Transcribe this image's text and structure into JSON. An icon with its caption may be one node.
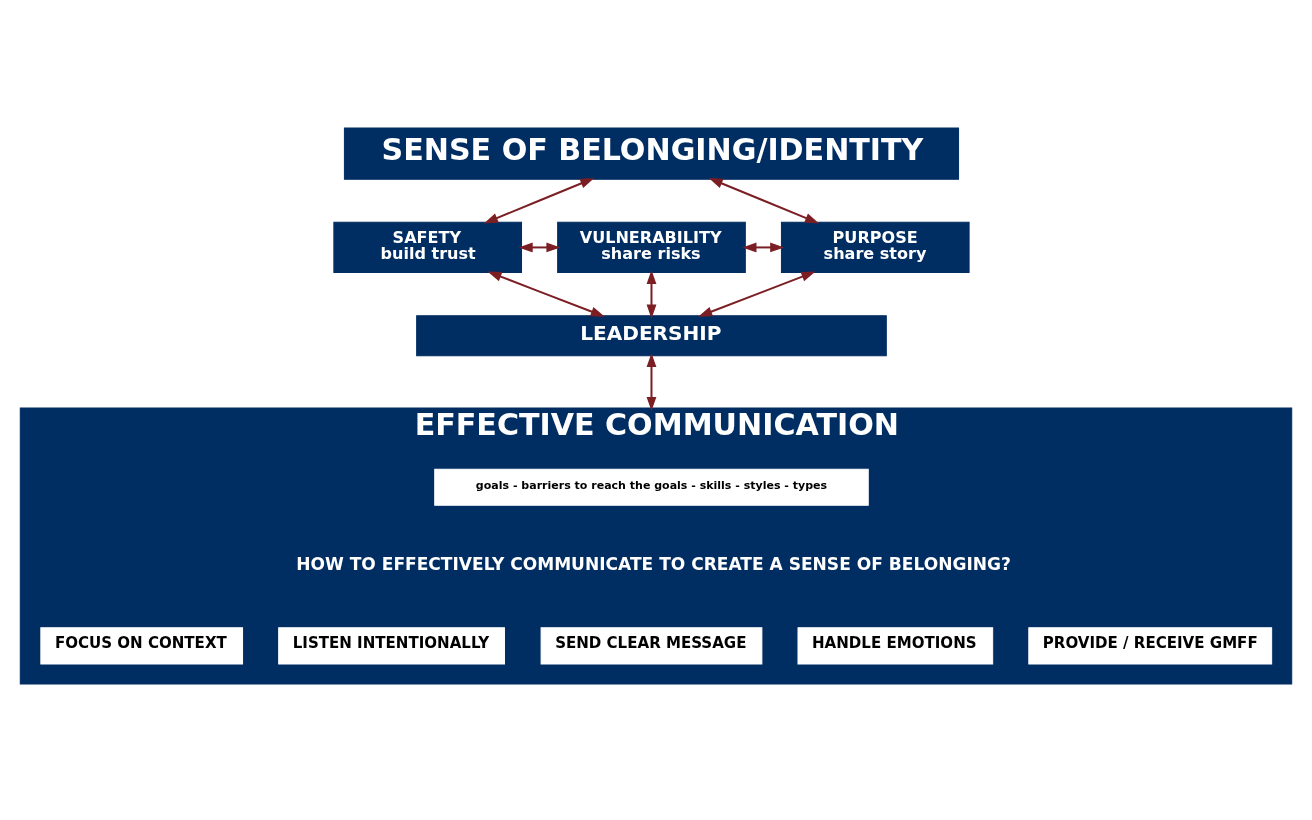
{
  "diagram": {
    "nodes": [
      {
        "text": [
          "SENSE OF BELONGING/IDENTITY"
        ]
      },
      {
        "text": [
          "SAFETY",
          "build trust"
        ]
      },
      {
        "text": [
          "VULNERABILITY",
          "share risks"
        ]
      },
      {
        "text": [
          "PURPOSE",
          "share story"
        ]
      },
      {
        "text": [
          "LEADERSHIP"
        ]
      },
      {
        "text": [
          "EFFECTIVE COMMUNICATION",
          "HOW TO EFFECTIVELY COMMUNICATE TO CREATE A SENSE OF BELONGING?"
        ]
      },
      {
        "text": [
          "goals - barriers to reach the goals - skills - styles - types"
        ],
        "in": 5
      },
      {
        "text": [
          "FOCUS ON CONTEXT"
        ],
        "in": 5
      },
      {
        "text": [
          "LISTEN INTENTIONALLY"
        ],
        "in": 5
      },
      {
        "text": [
          "SEND CLEAR MESSAGE"
        ],
        "in": 5
      },
      {
        "text": [
          "HANDLE EMOTIONS"
        ],
        "in": 5
      },
      {
        "text": [
          "PROVIDE / RECEIVE GMFF"
        ],
        "in": 5
      }
    ],
    "edges": [
      {
        "from": 0,
        "to": 1,
        "arrow": "both"
      },
      {
        "from": 0,
        "to": 3,
        "arrow": "both"
      },
      {
        "from": 1,
        "to": 2,
        "arrow": "both"
      },
      {
        "from": 2,
        "to": 3,
        "arrow": "both"
      },
      {
        "from": 1,
        "to": 4,
        "arrow": "both"
      },
      {
        "from": 2,
        "to": 4,
        "arrow": "both"
      },
      {
        "from": 3,
        "to": 4,
        "arrow": "both"
      },
      {
        "from": 4,
        "to": 5,
        "arrow": "both"
      }
    ]
  }
}
